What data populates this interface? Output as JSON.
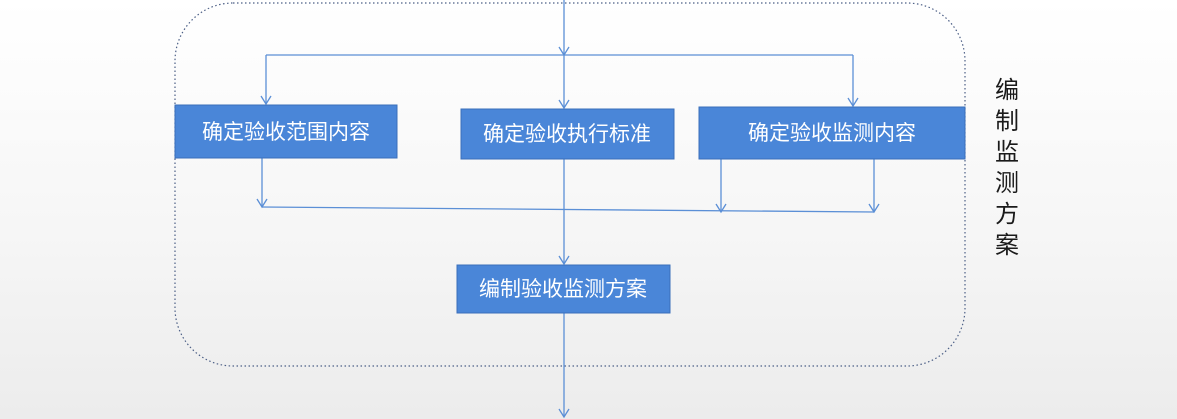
{
  "boxes": {
    "scope": "确定验收范围内容",
    "standard": "确定验收执行标准",
    "monitor": "确定验收监测内容",
    "plan": "编制验收监测方案"
  },
  "side_label": [
    "编",
    "制",
    "监",
    "测",
    "方",
    "案"
  ],
  "colors": {
    "box_fill": "#4a86d8",
    "box_border": "#3a6fba",
    "line": "#5b8fd6",
    "dotted_border": "#4c5f86"
  }
}
